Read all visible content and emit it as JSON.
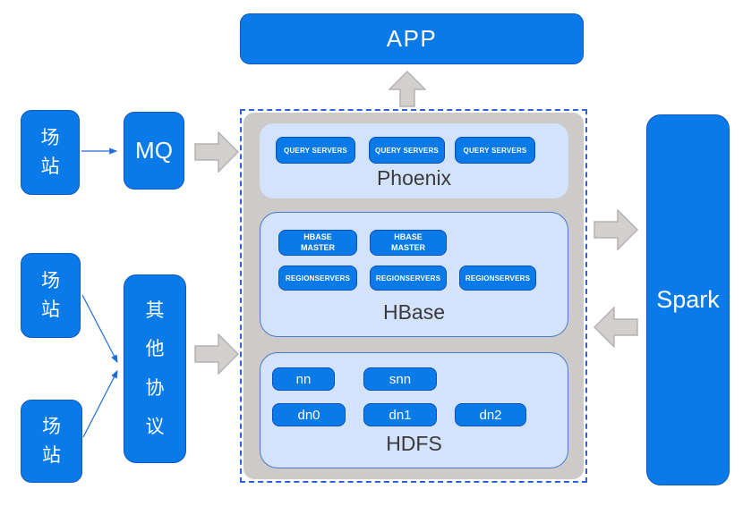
{
  "nodes": {
    "app": "APP",
    "mq": "MQ",
    "spark": "Spark",
    "stations": [
      "场站",
      "场站",
      "场站"
    ],
    "other_protocol": "其他协议"
  },
  "cluster": {
    "phoenix": {
      "label": "Phoenix",
      "buttons": [
        "QUERY SERVERS",
        "QUERY SERVERS",
        "QUERY SERVERS"
      ]
    },
    "hbase": {
      "label": "HBase",
      "masters": [
        "HBASE\nMASTER",
        "HBASE\nMASTER"
      ],
      "regionservers": [
        "REGIONSERVERS",
        "REGIONSERVERS",
        "REGIONSERVERS"
      ]
    },
    "hdfs": {
      "label": "HDFS",
      "row1": [
        "nn",
        "snn"
      ],
      "row2": [
        "dn0",
        "dn1",
        "dn2"
      ]
    }
  },
  "colors": {
    "node_blue": "#0a7ae8",
    "panel_light_blue": "#d3e3fc",
    "cluster_gray": "#cdcbca",
    "dashed_border_blue": "#2e62d9",
    "arrow_gray": "#d2d0cf",
    "connector_blue": "#1f6be0"
  }
}
